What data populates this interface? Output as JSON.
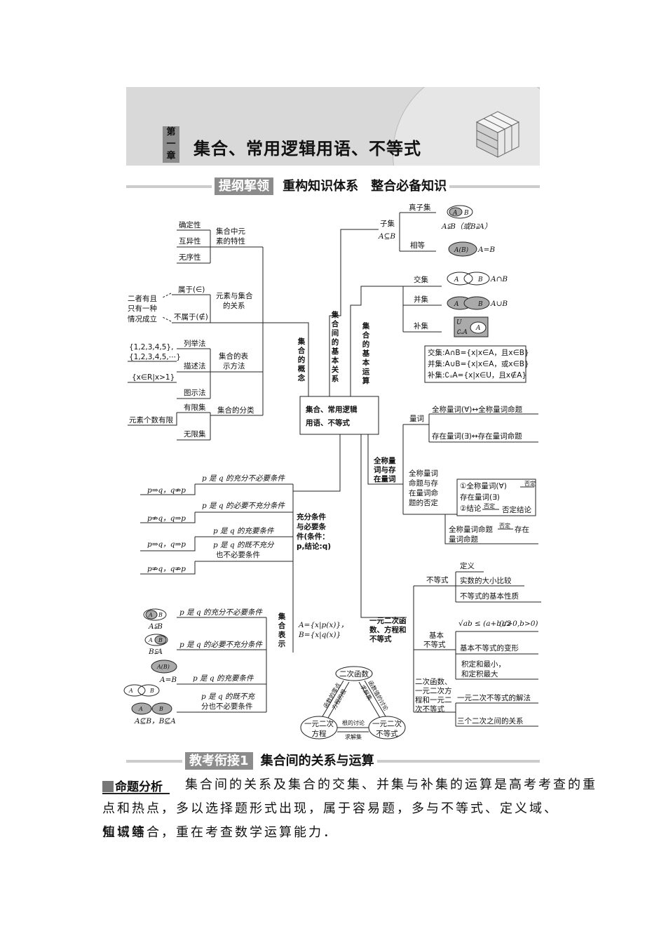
{
  "chapter": {
    "tag": [
      "第",
      "一",
      "章"
    ],
    "title": "集合、常用逻辑用语、不等式"
  },
  "section1": {
    "tag": "提纲挈领",
    "title": "重构知识体系　整合必备知识"
  },
  "section2": {
    "tag": "教考衔接1",
    "title": "集合间的关系与运算"
  },
  "analysis": {
    "tag": "命题分析",
    "lines": [
      "集合间的关系及集合的交集、并集与补集的运算是高考考查的重",
      "点和热点，多以选择题形式出现，属于容易题，多与不等式、定义域、值域等",
      "知识结合，重在考查数学运算能力．"
    ]
  },
  "map": {
    "center": [
      "集合、常用逻辑",
      "用语、不等式"
    ],
    "concept": {
      "title": [
        "集",
        "合",
        "的",
        "概",
        "念"
      ],
      "properties_title": [
        "集合中元",
        "素的特性"
      ],
      "properties": [
        "确定性",
        "互异性",
        "无序性"
      ],
      "relation_title": [
        "元素与集合",
        "的关系"
      ],
      "belong": "属于(∈)",
      "not_belong": "不属于(∉)",
      "exclusive_note": [
        "二者有且",
        "只有一种",
        "情况成立"
      ],
      "repr_title": [
        "集合的表",
        "示方法"
      ],
      "repr": [
        "列举法",
        "描述法",
        "图示法"
      ],
      "list_example": [
        "{1,2,3,4,5},",
        "{1,2,3,4,5,⋯}"
      ],
      "desc_example": "{x∈R|x>1}",
      "class_title": "集合的分类",
      "classes": [
        "有限集",
        "无限集"
      ],
      "finite_note": "元素个数有限"
    },
    "basic_relation": {
      "title": [
        "集",
        "合",
        "间",
        "的",
        "基",
        "本",
        "关",
        "系"
      ],
      "subset": "子集",
      "subset_sym": "A⊆B",
      "proper": "真子集",
      "proper_sym": "A⫋B（或B⫌A）",
      "equal": "相等",
      "equal_sym": "A=B"
    },
    "operations": {
      "title": [
        "集",
        "合",
        "的",
        "基",
        "本",
        "运",
        "算"
      ],
      "intersection": "交集",
      "intersection_sym": "A∩B",
      "union": "并集",
      "union_sym": "A∪B",
      "complement": "补集",
      "defs": [
        "交集:A∩B={x|x∈A，且x∈B}",
        "并集:A∪B={x|x∈A，或x∈B}",
        "补集:∁ᵤA={x|x∈U，且x∉A}"
      ]
    },
    "quantifier": {
      "title": [
        "全称量",
        "词与存",
        "在量词"
      ],
      "label": "量词",
      "universal": "全称量词(∀)↔全称量词命题",
      "existential": "存在量词(∃)↔存在量词命题",
      "neg_title": [
        "全称量词",
        "命题与存",
        "在量词命",
        "题的否定"
      ],
      "steps": [
        "①全称量词(∀)",
        "存在量词(∃)",
        "②结论",
        "否定结论"
      ],
      "neg_word": "否定",
      "univ_prop": [
        "全称量词命题",
        "存在",
        "量词命题"
      ]
    },
    "conditions": {
      "title": [
        "充分条件",
        "与必要条",
        "件(条件：",
        "p,结论:q)"
      ],
      "items": [
        "p 是 q 的充分不必要条件",
        "p 是 q 的必要不充分条件",
        "p 是 q 的充要条件",
        "p 是 q 的既不充分",
        "也不必要条件"
      ],
      "implications": [
        "p⇒q，q⇏p",
        "p⇏q，q⇒p",
        "p⇒q，q⇒p",
        "p⇏q，q⇏p"
      ],
      "set_title": [
        "集",
        "合",
        "表",
        "示"
      ],
      "set_def": [
        "A={x|p(x)}，",
        "B={x|q(x)}"
      ],
      "set_items": [
        "p 是 q 的充分不必要条件",
        "p 是 q 的必要不充分条件",
        "p 是 q 的充要条件",
        "p 是 q 的既不充",
        "分也不必要条件"
      ],
      "set_syms": [
        "A⫋B",
        "B⫋A",
        "A=B",
        "A⊈B，B⊈A"
      ]
    },
    "inequality": {
      "title": [
        "一元二次函",
        "数、方程和",
        "不等式"
      ],
      "ineq": "不等式",
      "ineq_items": [
        "定义",
        "实数的大小比较",
        "不等式的基本性质"
      ],
      "basic_title": [
        "基本",
        "不等式"
      ],
      "basic_formula": "(a>0,b>0)",
      "basic_items": [
        "基本不等式的变形",
        "积定和最小，",
        "和定积最大"
      ],
      "quad_title": [
        "二次函数、",
        "一元二次方",
        "程和一元二",
        "次不等式"
      ],
      "quad_items": [
        "一元二次不等式的解法",
        "三个二次之间的关系"
      ],
      "triangle": [
        "二次函数",
        "一元二次",
        "方程",
        "一元二次",
        "不等式",
        "根的讨论",
        "求解集",
        "函数的零点",
        "方程的根",
        "求解集",
        "函数值的讨论"
      ]
    }
  }
}
